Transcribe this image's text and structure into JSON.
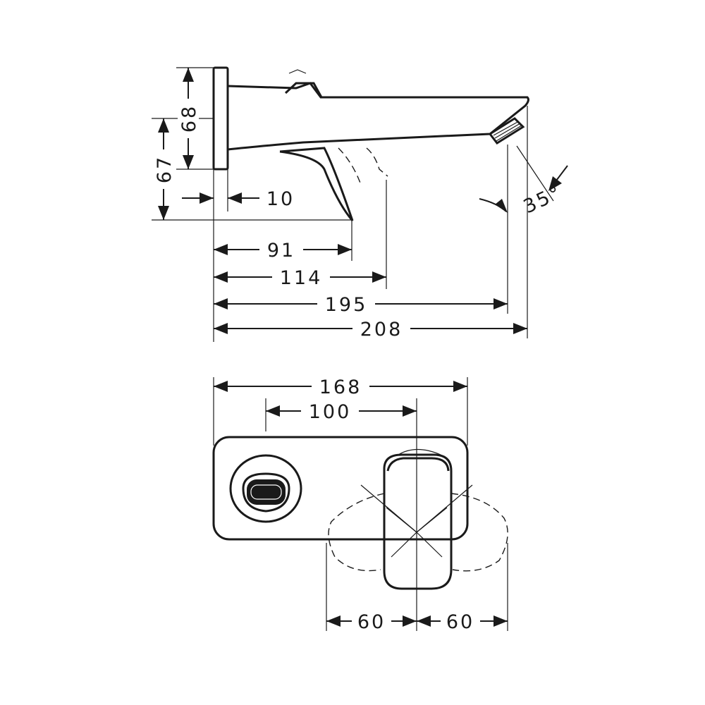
{
  "side_view": {
    "dimensions": {
      "height_upper": "68",
      "height_lower": "67",
      "plate_thickness": "10",
      "handle_reach": "91",
      "swing_reach": "114",
      "outlet_reach": "195",
      "total_reach": "208",
      "spout_angle": "35°"
    }
  },
  "front_view": {
    "dimensions": {
      "plate_width": "168",
      "centers_distance": "100",
      "handle_swing_left": "60",
      "handle_swing_right": "60"
    }
  }
}
